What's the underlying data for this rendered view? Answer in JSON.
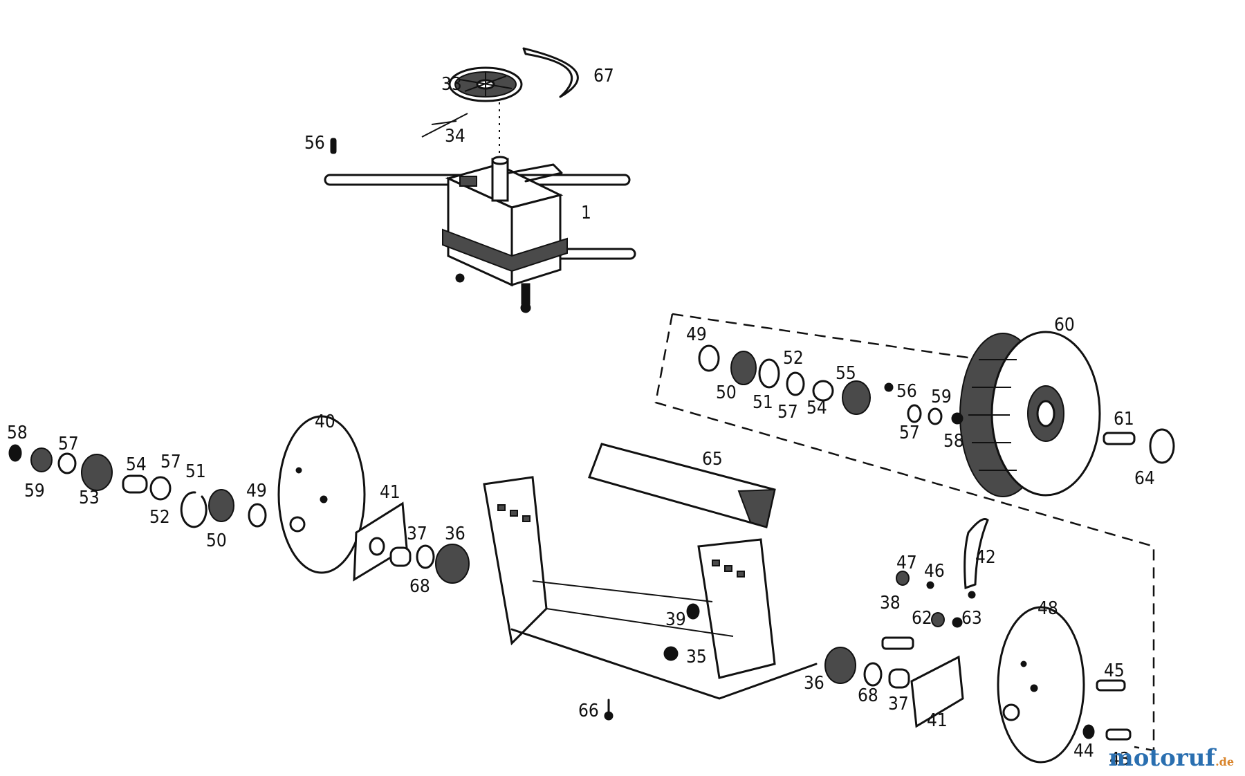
{
  "diagram": {
    "labels": [
      {
        "id": "33",
        "text": "33"
      },
      {
        "id": "67",
        "text": "67"
      },
      {
        "id": "34",
        "text": "34"
      },
      {
        "id": "56a",
        "text": "56"
      },
      {
        "id": "1",
        "text": "1"
      },
      {
        "id": "49a",
        "text": "49"
      },
      {
        "id": "60",
        "text": "60"
      },
      {
        "id": "52a",
        "text": "52"
      },
      {
        "id": "55",
        "text": "55"
      },
      {
        "id": "50a",
        "text": "50"
      },
      {
        "id": "51a",
        "text": "51"
      },
      {
        "id": "57a",
        "text": "57"
      },
      {
        "id": "54a",
        "text": "54"
      },
      {
        "id": "56b",
        "text": "56"
      },
      {
        "id": "59a",
        "text": "59"
      },
      {
        "id": "57b",
        "text": "57"
      },
      {
        "id": "58a",
        "text": "58"
      },
      {
        "id": "61",
        "text": "61"
      },
      {
        "id": "64",
        "text": "64"
      },
      {
        "id": "58b",
        "text": "58"
      },
      {
        "id": "57c",
        "text": "57"
      },
      {
        "id": "59b",
        "text": "59"
      },
      {
        "id": "53",
        "text": "53"
      },
      {
        "id": "54b",
        "text": "54"
      },
      {
        "id": "57d",
        "text": "57"
      },
      {
        "id": "52b",
        "text": "52"
      },
      {
        "id": "51b",
        "text": "51"
      },
      {
        "id": "50b",
        "text": "50"
      },
      {
        "id": "49b",
        "text": "49"
      },
      {
        "id": "40",
        "text": "40"
      },
      {
        "id": "41a",
        "text": "41"
      },
      {
        "id": "37a",
        "text": "37"
      },
      {
        "id": "36a",
        "text": "36"
      },
      {
        "id": "68a",
        "text": "68"
      },
      {
        "id": "65",
        "text": "65"
      },
      {
        "id": "39",
        "text": "39"
      },
      {
        "id": "35",
        "text": "35"
      },
      {
        "id": "66",
        "text": "66"
      },
      {
        "id": "42",
        "text": "42"
      },
      {
        "id": "47",
        "text": "47"
      },
      {
        "id": "46",
        "text": "46"
      },
      {
        "id": "62",
        "text": "62"
      },
      {
        "id": "63",
        "text": "63"
      },
      {
        "id": "48",
        "text": "48"
      },
      {
        "id": "38",
        "text": "38"
      },
      {
        "id": "45",
        "text": "45"
      },
      {
        "id": "36b",
        "text": "36"
      },
      {
        "id": "68b",
        "text": "68"
      },
      {
        "id": "37b",
        "text": "37"
      },
      {
        "id": "41b",
        "text": "41"
      },
      {
        "id": "44",
        "text": "44"
      },
      {
        "id": "43",
        "text": "43"
      }
    ]
  },
  "watermark": {
    "brand": "motoruf",
    "tld": ".de"
  }
}
